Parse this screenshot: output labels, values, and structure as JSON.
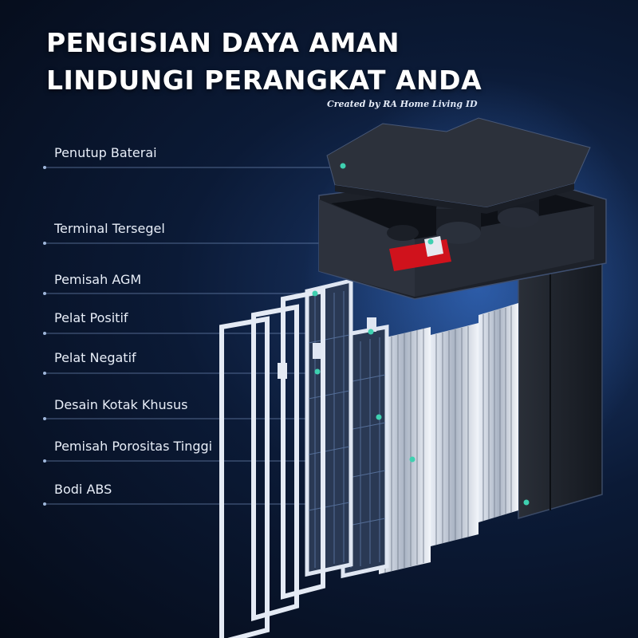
{
  "title": {
    "line1": "PENGISIAN DAYA AMAN",
    "line2": "LINDUNGI PERANGKAT ANDA"
  },
  "credit": "Created by RA Home Living ID",
  "labels": [
    "Penutup Baterai",
    "Terminal Tersegel",
    "Pemisah AGM",
    "Pelat Positif",
    "Pelat Negatif",
    "Desain Kotak Khusus",
    "Pemisah Porositas Tinggi",
    "Bodi ABS"
  ],
  "colors": {
    "background": "#0b1a36",
    "marker": "#3fd0b0",
    "terminal": "#d0121c"
  }
}
